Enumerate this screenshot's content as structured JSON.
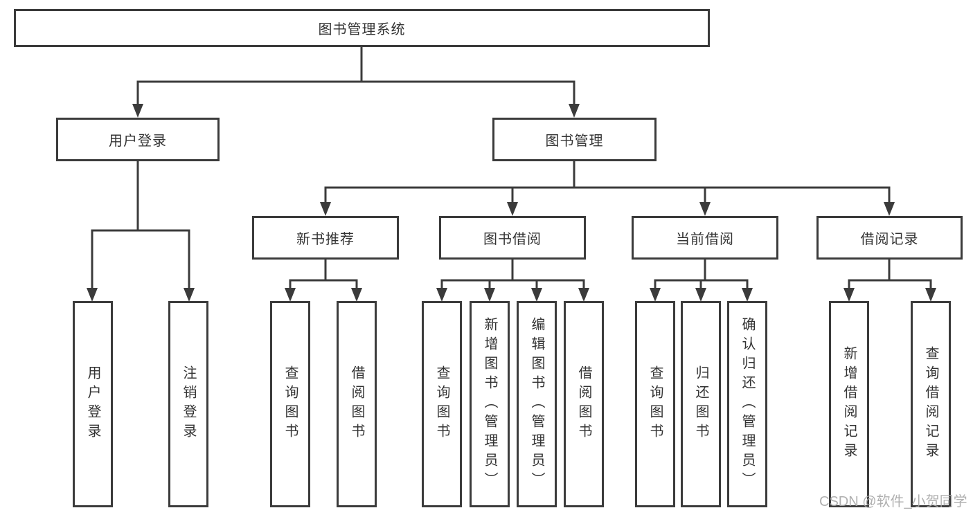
{
  "diagram": {
    "root": {
      "label": "图书管理系统"
    },
    "branches": [
      {
        "label": "用户登录",
        "children": [
          {
            "label": "用户登录"
          },
          {
            "label": "注销登录"
          }
        ]
      },
      {
        "label": "图书管理",
        "children": [
          {
            "label": "新书推荐",
            "children": [
              {
                "label": "查询图书"
              },
              {
                "label": "借阅图书"
              }
            ]
          },
          {
            "label": "图书借阅",
            "children": [
              {
                "label": "查询图书"
              },
              {
                "label": "新增图书（管理员）"
              },
              {
                "label": "编辑图书（管理员）"
              },
              {
                "label": "借阅图书"
              }
            ]
          },
          {
            "label": "当前借阅",
            "children": [
              {
                "label": "查询图书"
              },
              {
                "label": "归还图书"
              },
              {
                "label": "确认归还（管理员）"
              }
            ]
          },
          {
            "label": "借阅记录",
            "children": [
              {
                "label": "新增借阅记录"
              },
              {
                "label": "查询借阅记录"
              }
            ]
          }
        ]
      }
    ]
  },
  "watermark": {
    "text": "CSDN @软件_小贺同学",
    "color": "#a8a8a8"
  },
  "colors": {
    "line": "#3b3b3b",
    "text": "#333333",
    "background": "#ffffff"
  }
}
